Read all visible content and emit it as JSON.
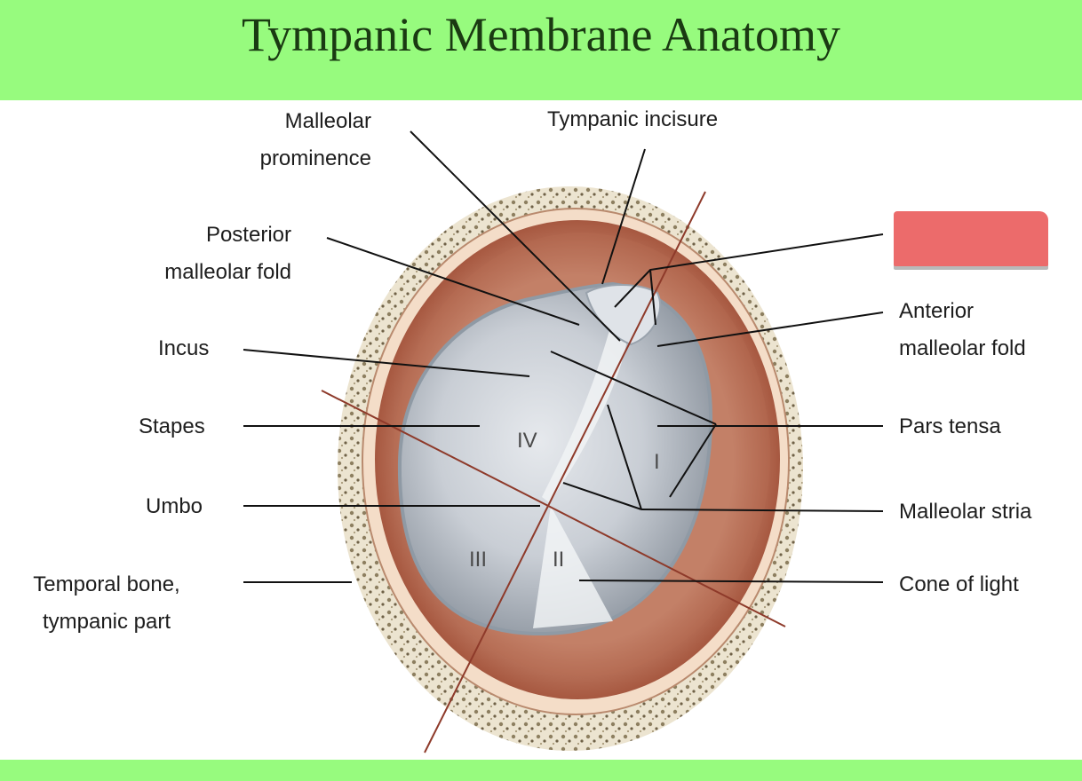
{
  "title": "Tympanic Membrane Anatomy",
  "labels": {
    "malleolar_prominence": [
      "Malleolar",
      "prominence"
    ],
    "tympanic_incisure": "Tympanic incisure",
    "posterior_malleolar_fold": [
      "Posterior",
      "malleolar fold"
    ],
    "incus": "Incus",
    "stapes": "Stapes",
    "umbo": "Umbo",
    "temporal_bone": [
      "Temporal bone,",
      "tympanic part"
    ],
    "anterior_malleolar_fold": [
      "Anterior",
      "malleolar fold"
    ],
    "pars_tensa": "Pars tensa",
    "malleolar_stria": "Malleolar stria",
    "cone_of_light": "Cone of light"
  },
  "quadrants": [
    "I",
    "II",
    "III",
    "IV"
  ],
  "colors": {
    "band": "#97fb7e",
    "hidden_label_box": "#ec6b6b",
    "dividing_line": "#8e3a2a",
    "membrane": "#c6ccd3",
    "annulus": "#b86e56",
    "bone": "#e9e0cc"
  }
}
